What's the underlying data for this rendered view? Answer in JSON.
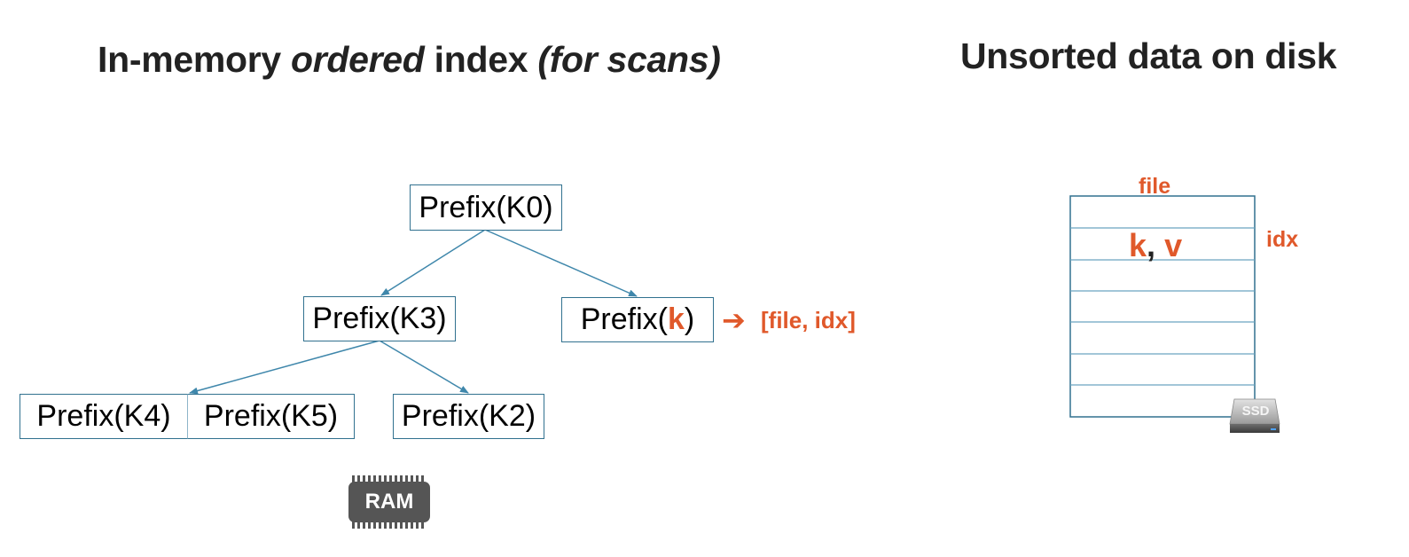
{
  "left_title": {
    "part1": "In-memory ",
    "part2": "ordered",
    "part3": " index ",
    "part4": "(for scans)"
  },
  "right_title": "Unsorted data on disk",
  "tree": {
    "root": "Prefix(K0)",
    "k3": "Prefix(K3)",
    "k_prefix": "Prefix(",
    "k_key": "k",
    "k_suffix": ")",
    "k4": "Prefix(K4)",
    "k5": "Prefix(K5)",
    "k2": "Prefix(K2)"
  },
  "pointer": {
    "arrow": "➔",
    "label": "[file, idx]"
  },
  "disk": {
    "file_label": "file",
    "idx_label": "idx",
    "record_key": "k",
    "record_sep": ",",
    "record_value": "v",
    "ssd_label": "SSD"
  },
  "ram_label": "RAM",
  "colors": {
    "accent": "#e0592b",
    "node_border": "#31718f",
    "edge": "#3f87ab"
  }
}
